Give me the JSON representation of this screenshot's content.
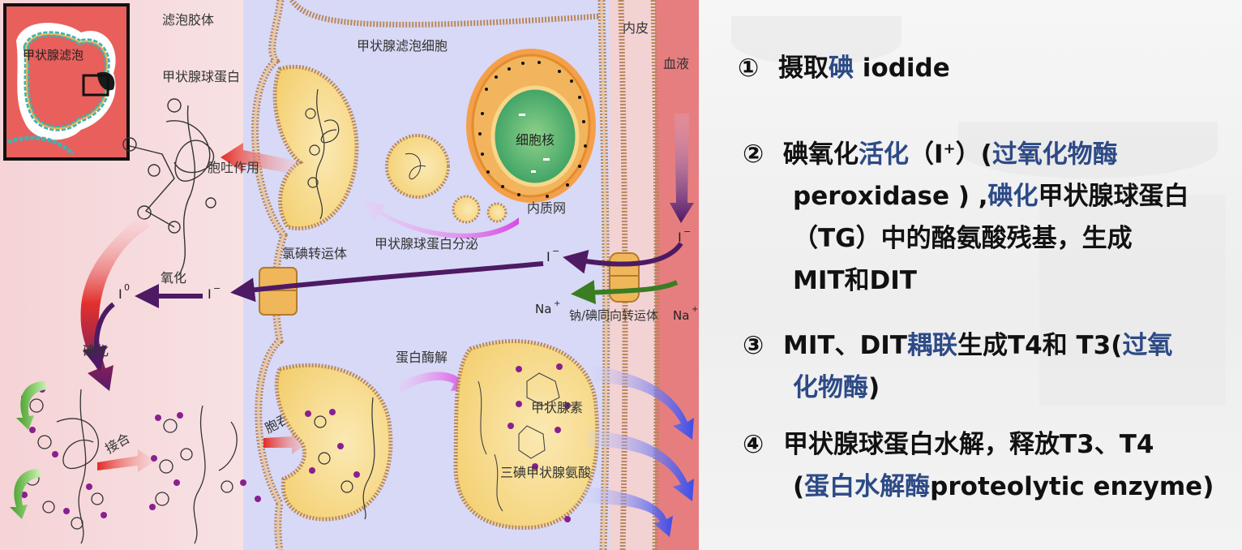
{
  "diagram": {
    "labels": {
      "colloid": "滤泡胶体",
      "follicle": "甲状腺滤泡",
      "follicle_cell": "甲状腺滤泡细胞",
      "endothelium": "内皮",
      "blood": "血液",
      "thyroglobulin": "甲状腺球蛋白",
      "exocytosis": "胞吐作用",
      "nucleus": "细胞核",
      "er": "内质网",
      "tg_secretion": "甲状腺球蛋白分泌",
      "pendrin": "氯碘转运体",
      "oxidation": "氧化",
      "iodide_1": "I",
      "iodide_2": "I",
      "iodide_3": "I",
      "iodine0": "I",
      "iodine0_sup": "0",
      "minus": "−",
      "na_1": "Na",
      "na_2": "Na",
      "plus": "+",
      "nis": "钠/碘同向转运体",
      "iodination": "碘化",
      "coupling": "接合",
      "endocytosis": "胞吞作用",
      "proteolysis": "蛋白酶解",
      "thyroxine": "甲状腺素",
      "t3": "三碘甲状腺氨酸"
    }
  },
  "notes": {
    "step1": {
      "num": "①",
      "a": "摄取",
      "b": "碘",
      "c": " iodide"
    },
    "step2": {
      "num": "②",
      "a": "碘氧化",
      "b": "活化",
      "c": "（I",
      "sup": "+",
      "d": "）(",
      "e": "过氧化物酶",
      "f": "peroxidase ) ,",
      "g": "碘化",
      "h": "甲状腺球蛋白",
      "i": "（TG）中的酪氨酸残基，生成",
      "j": "MIT和DIT"
    },
    "step3": {
      "num": "③",
      "a": "MIT、DIT",
      "b": "耦联",
      "c": "生成T4和 T3(",
      "d": "过氧",
      "e": "化物酶",
      "f": ")"
    },
    "step4": {
      "num": "④",
      "a": "甲状腺球蛋白水解，释放T3、T4",
      "b": "(",
      "c": "蛋白水解酶",
      "d": "proteolytic enzyme)"
    }
  },
  "colors": {
    "colloid": "#f6d9dc",
    "cell": "#d9d9f7",
    "blood": "#e57d7f",
    "vesicle": "#f7dc8e",
    "highlight": "#2d4a86",
    "arrow_red": "#e23b36",
    "arrow_purple": "#5b1d6e",
    "arrow_blue": "#4a56e8",
    "arrow_green": "#3d8b2a",
    "arrow_magenta": "#dd55e8"
  }
}
